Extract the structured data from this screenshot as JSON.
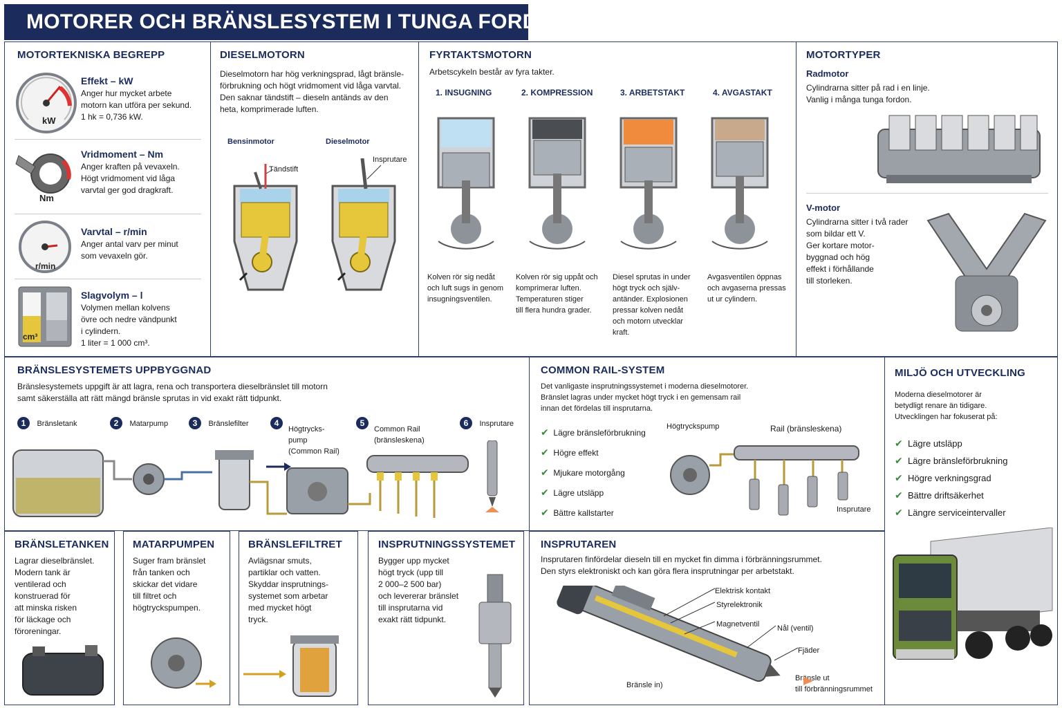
{
  "title": "MOTORER OCH BRÄNSLESYSTEM I TUNGA FORDON",
  "begrepp": {
    "heading": "MOTORTEKNISKA BEGREPP",
    "items": [
      {
        "title": "Effekt – kW",
        "lines": [
          "Anger hur mycket arbete",
          "motorn kan utföra per sekund.",
          "1 hk = 0,736 kW."
        ],
        "icon_label": "kW"
      },
      {
        "title": "Vridmoment – Nm",
        "lines": [
          "Anger kraften på vevaxeln.",
          "Högt vridmoment vid låga",
          "varvtal ger god dragkraft."
        ],
        "icon_label": "Nm"
      },
      {
        "title": "Varvtal – r/min",
        "lines": [
          "Anger antal varv per minut",
          "som vevaxeln gör."
        ],
        "icon_label": "r/min"
      },
      {
        "title": "Slagvolym – l",
        "lines": [
          "Volymen mellan kolvens",
          "övre och nedre vändpunkt",
          "i cylindern.",
          "1 liter = 1 000 cm³."
        ],
        "icon_label": "cm³"
      }
    ]
  },
  "diesel": {
    "heading": "DIESELMOTORN",
    "lines": [
      "Dieselmotorn har hög verkningsprad, lågt bränsle-",
      "förbrukning och högt vridmoment vid låga varvtal.",
      "Den saknar tändstift – dieseln antänds av den",
      "heta, komprimerade luften."
    ],
    "label_bensin": "Bensinmotor",
    "label_diesel": "Dieselmotor",
    "label_tandstift": "Tändstift",
    "label_insprutare": "Insprutare"
  },
  "fyrtakt": {
    "heading": "FYRTAKTSMOTORN",
    "intro": "Arbetscykeln består av fyra takter.",
    "steps": [
      {
        "title": "1. INSUGNING",
        "lines": [
          "Kolven rör sig nedåt",
          "och luft sugs in genom",
          "insugningsventilen."
        ]
      },
      {
        "title": "2. KOMPRESSION",
        "lines": [
          "Kolven rör sig uppåt och",
          "komprimerar luften.",
          "Temperaturen stiger",
          "till flera hundra grader."
        ]
      },
      {
        "title": "3. ARBETSTAKT",
        "lines": [
          "Diesel sprutas in under",
          "högt tryck och själv-",
          "antänder. Explosionen",
          "pressar kolven nedåt",
          "och motorn utvecklar",
          "kraft."
        ]
      },
      {
        "title": "4. AVGASTAKT",
        "lines": [
          "Avgasventilen öppnas",
          "och avgaserna pressas",
          "ut ur cylindern."
        ]
      }
    ]
  },
  "motortyper": {
    "heading": "MOTORTYPER",
    "rad_title": "Radmotor",
    "rad_lines": [
      "Cylindrarna sitter på rad i en linje.",
      "Vanlig i många tunga fordon."
    ],
    "v_title": "V-motor",
    "v_lines": [
      "Cylindrarna sitter i två rader",
      "som bildar ett V.",
      "Ger kortare motor-",
      "byggnad och hög",
      "effekt i förhållande",
      "till storleken."
    ]
  },
  "uppbyggnad": {
    "heading": "BRÄNSLESYSTEMETS UPPBYGGNAD",
    "lines": [
      "Bränslesystemets uppgift är att lagra, rena och transportera dieselbränslet till motorn",
      "samt säkerställa att rätt mängd bränsle sprutas in vid exakt rätt tidpunkt."
    ],
    "steps": [
      {
        "num": "1",
        "label": [
          "Bränsletank"
        ]
      },
      {
        "num": "2",
        "label": [
          "Matarpump"
        ]
      },
      {
        "num": "3",
        "label": [
          "Bränslefilter"
        ]
      },
      {
        "num": "4",
        "label": [
          "Högtrycks-",
          "pump",
          "(Common Rail)"
        ]
      },
      {
        "num": "5",
        "label": [
          "Common Rail",
          "(bränsleskena)"
        ]
      },
      {
        "num": "6",
        "label": [
          "Insprutare"
        ]
      }
    ]
  },
  "common_rail": {
    "heading": "COMMON RAIL-SYSTEM",
    "lines": [
      "Det vanligaste insprutningssystemet i moderna dieselmotorer.",
      "Bränslet lagras under mycket högt tryck i en gemensam rail",
      "innan det fördelas till insprutarna."
    ],
    "benefits": [
      "Lägre bränsleförbrukning",
      "Högre effekt",
      "Mjukare motorgång",
      "Lägre utsläpp",
      "Bättre kallstarter"
    ],
    "label_pump": "Högtryckspump",
    "label_rail": "Rail (bränsleskena)",
    "label_insprutare": "Insprutare"
  },
  "miljo": {
    "heading": "MILJÖ OCH UTVECKLING",
    "lines": [
      "Moderna dieselmotorer är",
      "betydligt renare än tidigare.",
      "Utvecklingen har fokuserat på:"
    ],
    "items": [
      "Lägre utsläpp",
      "Lägre bränsleförbrukning",
      "Högre verkningsgrad",
      "Bättre driftsäkerhet",
      "Längre serviceintervaller"
    ]
  },
  "tanken": {
    "heading": "BRÄNSLETANKEN",
    "lines": [
      "Lagrar dieselbränslet.",
      "Modern tank är",
      "ventilerad och",
      "konstruerad för",
      "att minska risken",
      "för läckage och",
      "föroreningar."
    ]
  },
  "pumpen": {
    "heading": "MATARPUMPEN",
    "lines": [
      "Suger fram bränslet",
      "från tanken och",
      "skickar det vidare",
      "till filtret och",
      "högtryckspumpen."
    ]
  },
  "filtret": {
    "heading": "BRÄNSLEFILTRET",
    "lines": [
      "Avlägsnar smuts,",
      "partiklar och vatten.",
      "Skyddar insprutnings-",
      "systemet som arbetar",
      "med mycket högt",
      "tryck."
    ]
  },
  "insprutningssystem": {
    "heading": "INSPRUTNINGSSYSTEMET",
    "lines": [
      "Bygger upp mycket",
      "högt tryck (upp till",
      "2 000–2 500 bar)",
      "och levererar bränslet",
      "till insprutarna vid",
      "exakt rätt tidpunkt."
    ]
  },
  "insprutaren": {
    "heading": "INSPRUTAREN",
    "lines": [
      "Insprutaren finfördelar dieseln till en mycket fin dimma i förbränningsrummet.",
      "Den styrs elektroniskt och kan göra flera insprutningar per arbetstakt."
    ],
    "parts": [
      "Elektrisk kontakt",
      "Styrelektronik",
      "Magnetventil",
      "Nål (ventil)",
      "Fjäder",
      "Bränsle ut",
      "till förbränningsrummet",
      "Bränsle in)"
    ]
  },
  "colors": {
    "navy": "#1b2c5c",
    "yellow": "#e6c63a",
    "green": "#3a8a3a",
    "steel": "#9aa0a8"
  }
}
